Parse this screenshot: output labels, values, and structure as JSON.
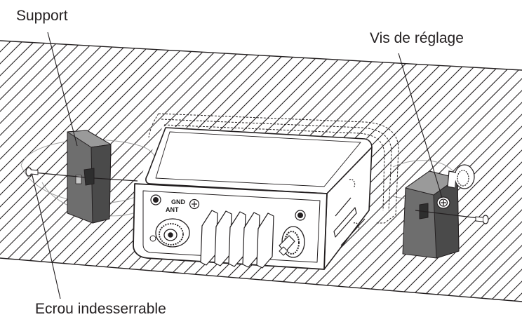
{
  "labels": {
    "support": "Support",
    "vis": "Vis de réglage",
    "ecrou": "Ecrou indesserrable"
  },
  "panel": {
    "gnd": "GND",
    "ant": "ANT"
  },
  "colors": {
    "line": "#231f20",
    "bracket": "#6e6e6e",
    "bracket_dark": "#4a4a4a",
    "bracket_light": "#8a8a8a"
  }
}
